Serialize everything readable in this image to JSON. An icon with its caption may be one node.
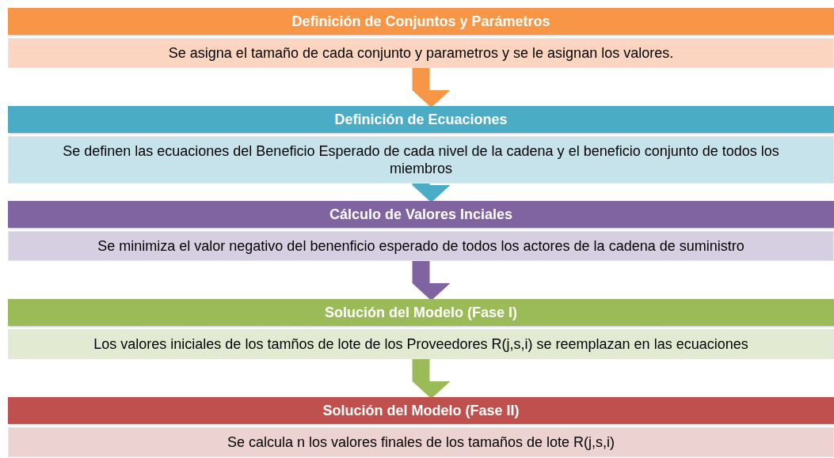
{
  "diagram": {
    "nodes": [
      {
        "text": [
          "Definición de Conjuntos y Parámetros",
          "Se asigna el tamaño de cada conjunto y parametros y se le asignan los valores."
        ]
      },
      {
        "text": [
          "Definición de Ecuaciones",
          "Se definen las ecuaciones del Beneficio  Esperado de cada nivel de la cadena y el beneficio conjunto de todos los miembros"
        ]
      },
      {
        "text": [
          "Cálculo de Valores Inciales",
          "Se minimiza el valor negativo del benenficio esperado de  todos  los actores de la cadena de suministro"
        ]
      },
      {
        "text": [
          "Solución del Modelo (Fase I)",
          "Los valores iniciales de los tamños de lote de los Proveedores R(j,s,i) se reemplazan en las ecuaciones"
        ]
      },
      {
        "text": [
          "Solución del Modelo (Fase II)",
          "Se calcula n los valores finales de los tamaños de lote R(j,s,i)"
        ]
      }
    ],
    "edges": [
      {
        "from": 0,
        "to": 1,
        "arrow": "to",
        "color": "#f79646"
      },
      {
        "from": 1,
        "to": 2,
        "arrow": "to",
        "color": "#4bacc6"
      },
      {
        "from": 2,
        "to": 3,
        "arrow": "to",
        "color": "#8064a2"
      },
      {
        "from": 3,
        "to": 4,
        "arrow": "to",
        "color": "#9bbb59"
      }
    ]
  }
}
